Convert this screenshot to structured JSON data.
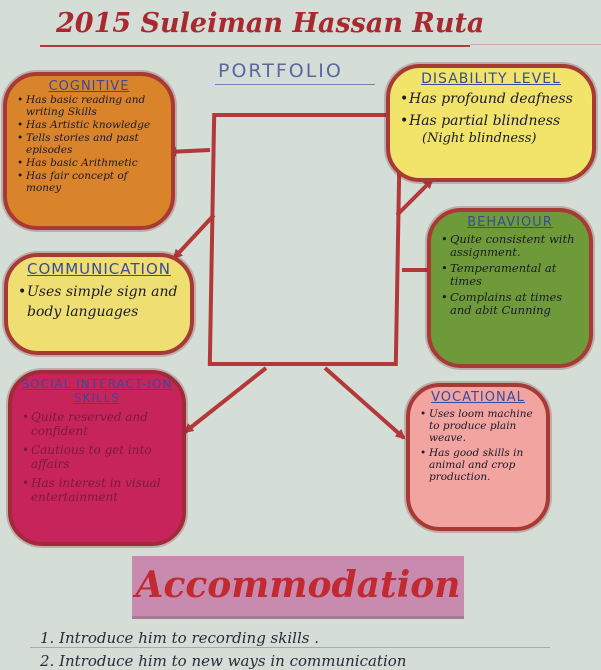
{
  "header": {
    "title": "2015  Suleiman Hassan Ruta",
    "subtitle": "PORTFOLIO"
  },
  "clouds": {
    "cognitive": {
      "title": "COGNITIVE",
      "items": [
        "Has basic reading and writing Skills",
        "Has Artistic knowledge",
        "Tells stories and past episodes",
        "Has basic Arithmetic",
        "Has fair concept of money"
      ]
    },
    "communication": {
      "title": "COMMUNICATION",
      "items": [
        "Uses simple sign and body languages"
      ]
    },
    "social": {
      "title": "SOCIAL INTERACT-ION SKILLS",
      "items": [
        "Quite reserved and confident",
        "Cautious to get into affairs",
        "Has interest in visual entertainment"
      ]
    },
    "disability": {
      "title": "DISABILITY LEVEL",
      "items": [
        "Has profound deafness",
        "Has partial blindness"
      ],
      "note": "(Night blindness)"
    },
    "behaviour": {
      "title": "BEHAVIOUR",
      "items": [
        "Quite consistent with assignment.",
        "Temperamental at times",
        "Complains at times and abit Cunning"
      ]
    },
    "vocational": {
      "title": "VOCATIONAL",
      "items": [
        "Uses loom machine to produce plain weave.",
        "Has good skills in animal and crop production."
      ]
    }
  },
  "accommodation": {
    "heading": "Accommodation",
    "lines": [
      "1. Introduce him to recording  skills .",
      "2. Introduce him to new ways in communication"
    ]
  },
  "colors": {
    "board": "#d4ddd6",
    "accent_red": "#b3383a",
    "orange": "#d9832a",
    "yellow": "#efdf72",
    "magenta": "#c8245c",
    "green": "#6f9a3a",
    "pink": "#f2a4a0",
    "banner": "#c98ab0",
    "heading_blue": "#3a4a9a"
  },
  "icons": [
    "arrow-icon"
  ]
}
